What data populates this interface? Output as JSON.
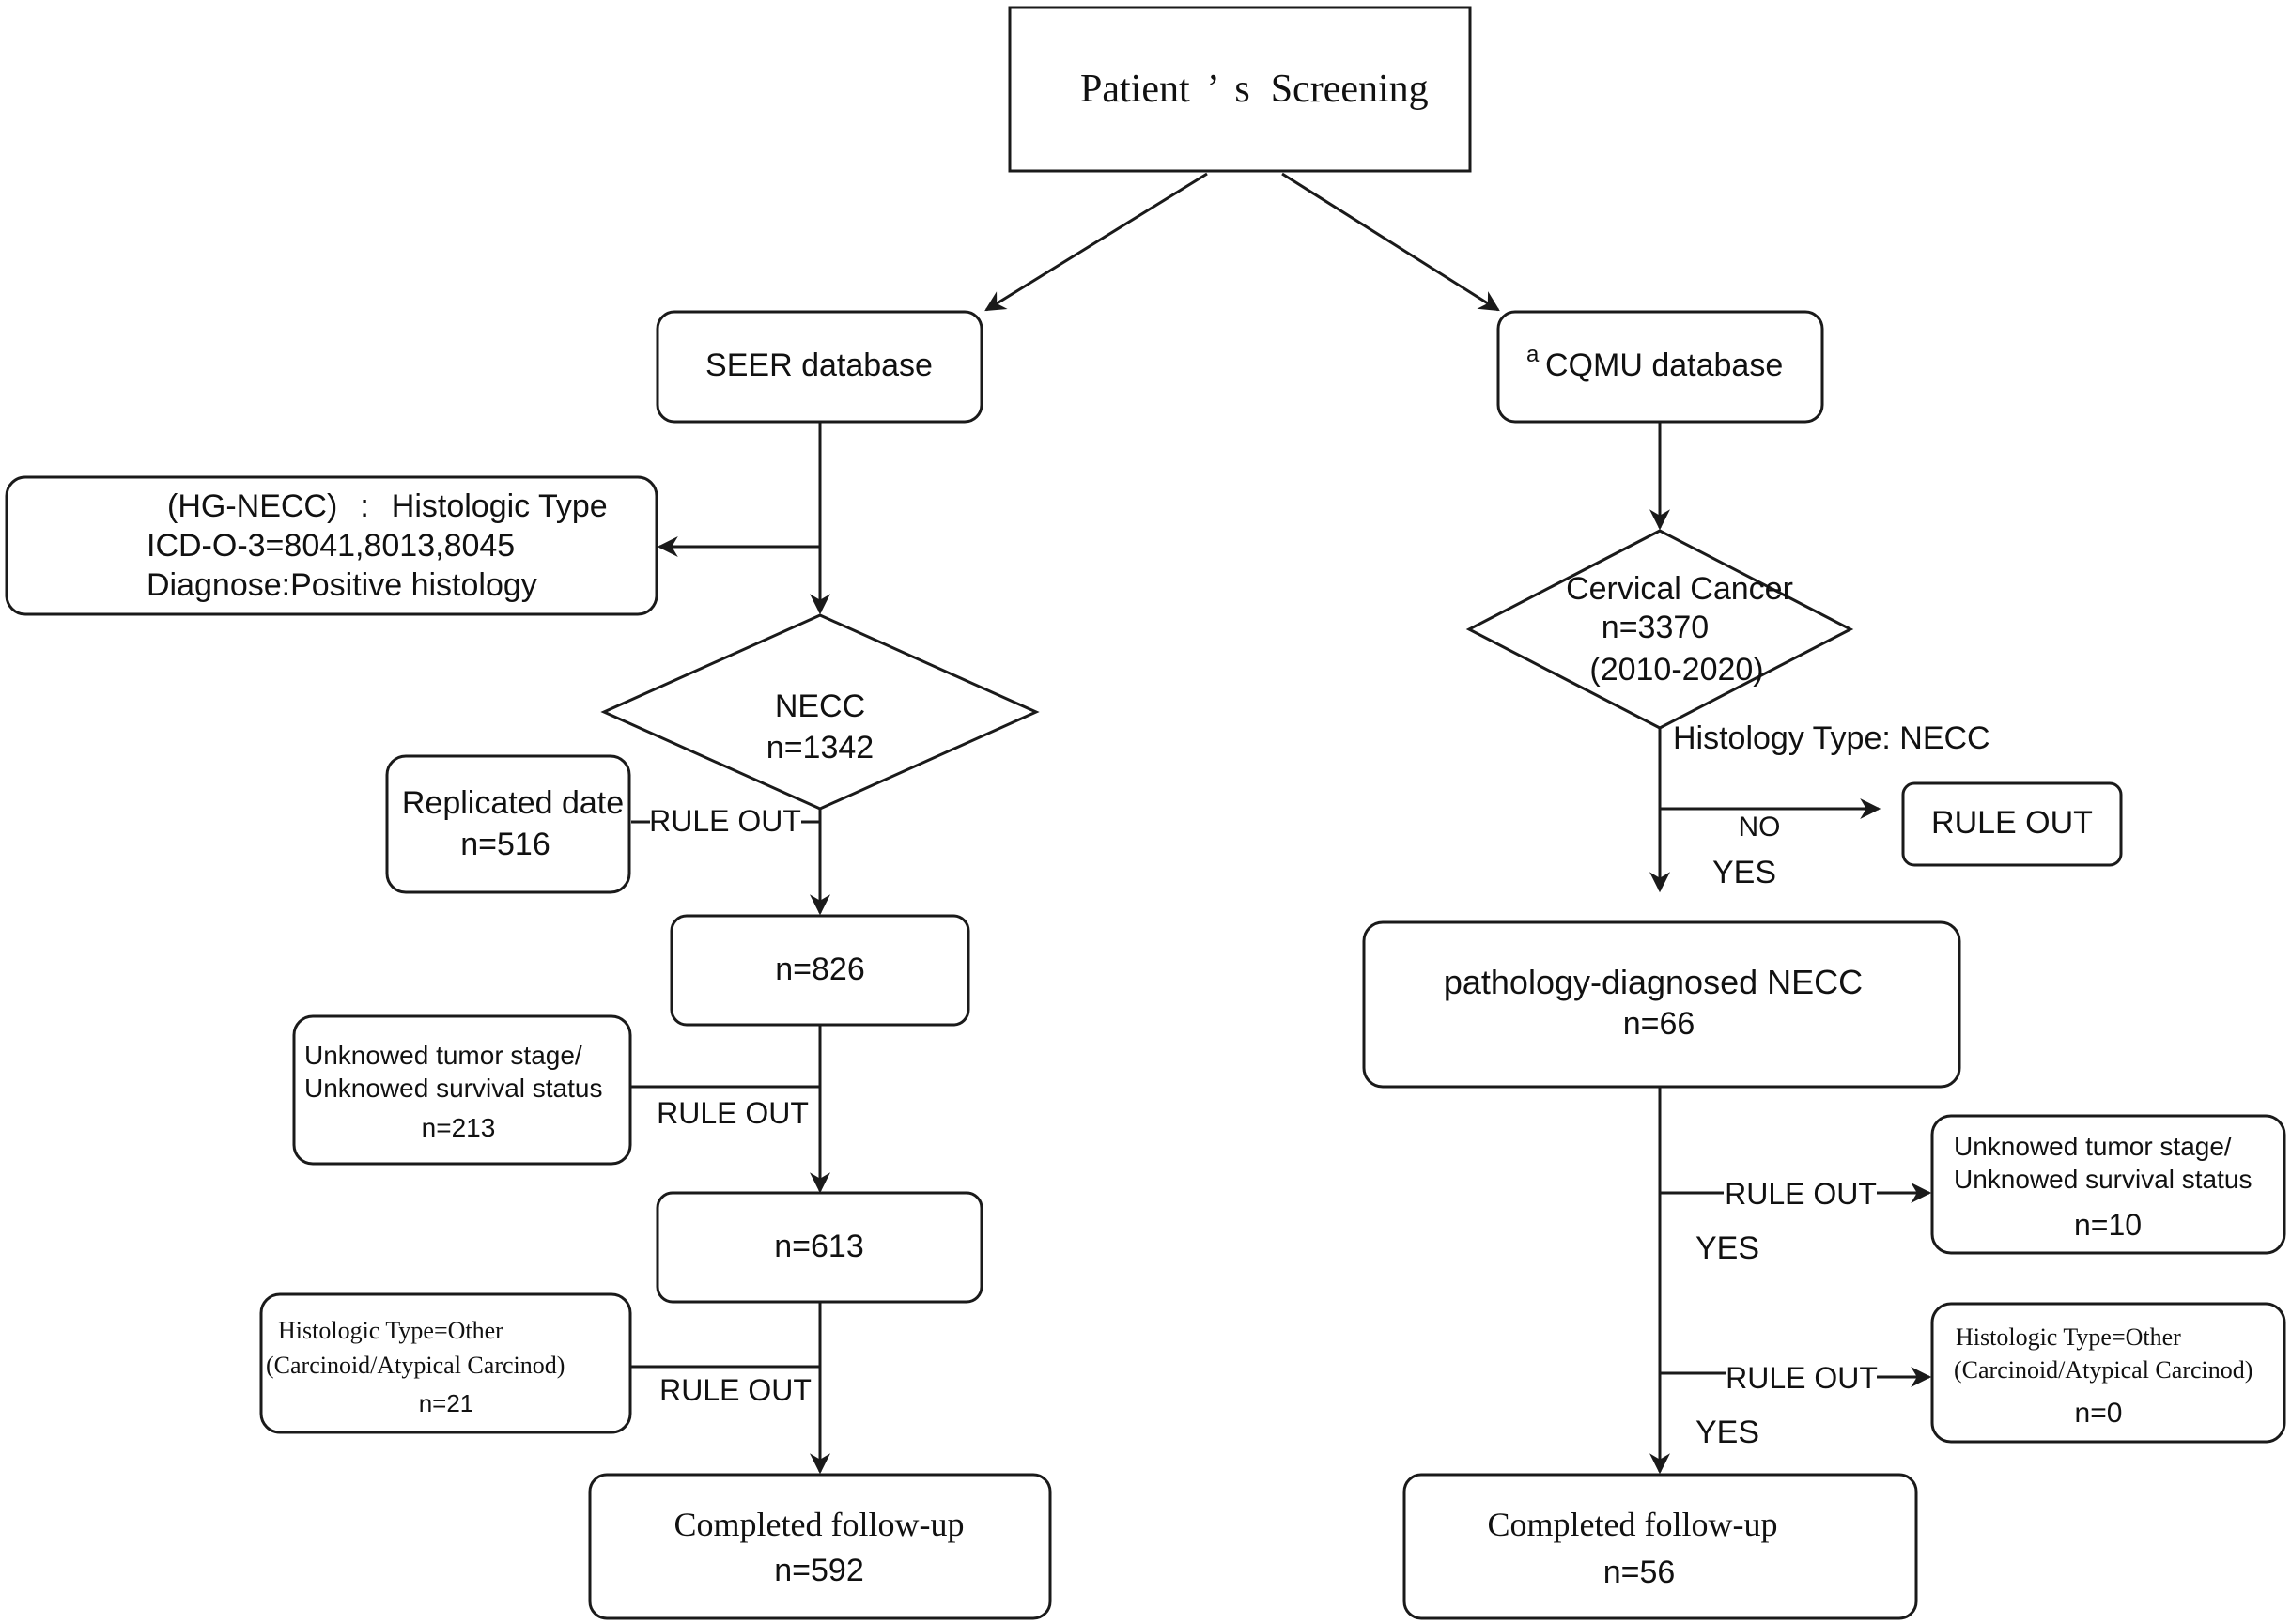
{
  "title": {
    "main": "Patient",
    "apostrophe": "’",
    "s": "s",
    "rest": "Screening"
  },
  "left": {
    "seer": "SEER database",
    "criteria": {
      "line1_a": "(HG-NECC)",
      "line1_colon": ":",
      "line1_b": "Histologic Type",
      "line2": "ICD-O-3=8041,8013,8045",
      "line3": "Diagnose:Positive histology"
    },
    "necc": {
      "label": "NECC",
      "n": "n=1342"
    },
    "replicated": {
      "label": "Replicated date",
      "n": "n=516"
    },
    "rule_out_1": "RULE OUT",
    "n826": "n=826",
    "unknowed": {
      "line1": "Unknowed tumor stage/",
      "line2": "Unknowed  survival status",
      "n": "n=213"
    },
    "rule_out_2": "RULE OUT",
    "n613": "n=613",
    "histologic_other": {
      "line1": "Histologic Type=Other",
      "line2": "(Carcinoid/Atypical Carcinod)",
      "n": "n=21"
    },
    "rule_out_3": "RULE OUT",
    "completed": {
      "label": "Completed follow-up",
      "n": "n=592"
    }
  },
  "right": {
    "cqmu_sup": "a",
    "cqmu": "CQMU database",
    "cervical": {
      "label": "Cervical Cancer",
      "n": "n=3370",
      "years": "(2010-2020)"
    },
    "histology_question": "Histology Type: NECC",
    "no_label": "NO",
    "rule_out_box": "RULE OUT",
    "yes_1": "YES",
    "pathology": {
      "label": "pathology-diagnosed NECC",
      "n": "n=66"
    },
    "rule_out_a": "RULE OUT",
    "unknowed": {
      "line1": "Unknowed tumor stage/",
      "line2": "Unknowed  survival status",
      "n": "n=10"
    },
    "yes_2": "YES",
    "rule_out_b": "RULE OUT",
    "histologic_other": {
      "line1": "Histologic Type=Other",
      "line2": "(Carcinoid/Atypical Carcinod)",
      "n": "n=0"
    },
    "yes_3": "YES",
    "completed": {
      "label": "Completed follow-up",
      "n": "n=56"
    }
  }
}
